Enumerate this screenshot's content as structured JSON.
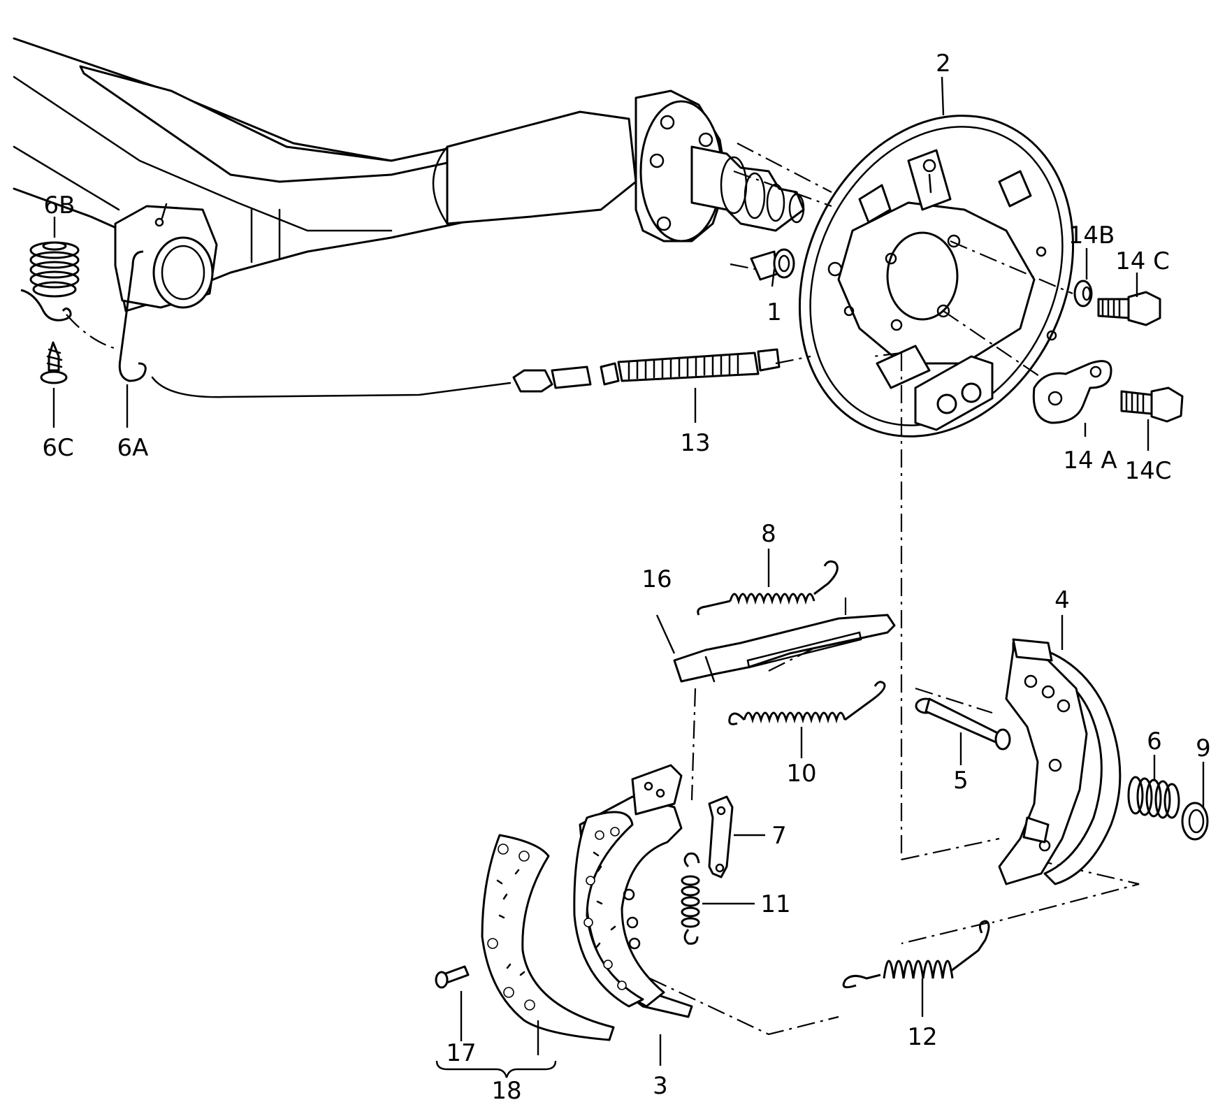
{
  "callouts": [
    {
      "id": "c1",
      "text": "1"
    },
    {
      "id": "c2",
      "text": "2"
    },
    {
      "id": "c3",
      "text": "3"
    },
    {
      "id": "c4",
      "text": "4"
    },
    {
      "id": "c5",
      "text": "5"
    },
    {
      "id": "c6",
      "text": "6"
    },
    {
      "id": "c6A",
      "text": "6A"
    },
    {
      "id": "c6B",
      "text": "6B"
    },
    {
      "id": "c6C",
      "text": "6C"
    },
    {
      "id": "c7",
      "text": "7"
    },
    {
      "id": "c8",
      "text": "8"
    },
    {
      "id": "c9",
      "text": "9"
    },
    {
      "id": "c10",
      "text": "10"
    },
    {
      "id": "c11",
      "text": "11"
    },
    {
      "id": "c12",
      "text": "12"
    },
    {
      "id": "c13",
      "text": "13"
    },
    {
      "id": "c14A",
      "text": "14 A"
    },
    {
      "id": "c14B",
      "text": "14B"
    },
    {
      "id": "c14C_top",
      "text": "14 C"
    },
    {
      "id": "c14C_bottom",
      "text": "14C"
    },
    {
      "id": "c16",
      "text": "16"
    },
    {
      "id": "c17",
      "text": "17"
    },
    {
      "id": "c18",
      "text": "18"
    }
  ]
}
